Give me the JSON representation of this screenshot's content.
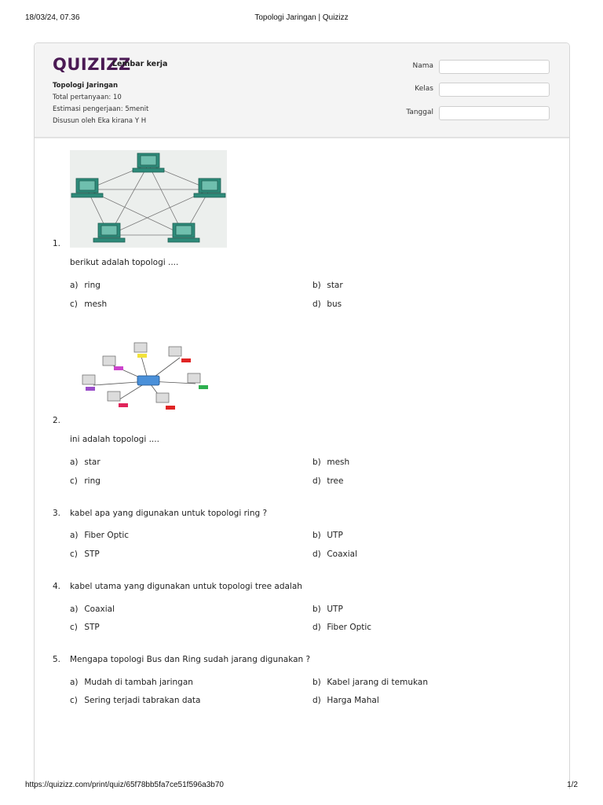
{
  "print_header": {
    "datetime": "18/03/24, 07.36",
    "title": "Topologi Jaringan | Quizizz"
  },
  "print_footer": {
    "url": "https://quizizz.com/print/quiz/65f78bb5fa7ce51f596a3b70",
    "page": "1/2"
  },
  "sheet": {
    "brand": "QUIZIZZ",
    "brand_sub": "Lembar kerja",
    "quiz_title": "Topologi Jaringan",
    "total_questions": "Total pertanyaan: 10",
    "estimate": "Estimasi pengerjaan: 5menit",
    "author": "Disusun oleh Eka kirana Y H",
    "fields": [
      {
        "label": "Nama",
        "value": ""
      },
      {
        "label": "Kelas",
        "value": ""
      },
      {
        "label": "Tanggal",
        "value": ""
      }
    ]
  },
  "colors": {
    "brand": "#4b1a54",
    "monitor": "#2e8b7a",
    "hub": "#4a90d9"
  },
  "questions": [
    {
      "number": "1.",
      "image": "mesh-topology-diagram",
      "text": "berikut adalah topologi ....",
      "options": [
        {
          "letter": "a)",
          "text": "ring"
        },
        {
          "letter": "b)",
          "text": "star"
        },
        {
          "letter": "c)",
          "text": "mesh"
        },
        {
          "letter": "d)",
          "text": "bus"
        }
      ]
    },
    {
      "number": "2.",
      "image": "star-topology-diagram",
      "text": "ini adalah topologi ....",
      "options": [
        {
          "letter": "a)",
          "text": "star"
        },
        {
          "letter": "b)",
          "text": "mesh"
        },
        {
          "letter": "c)",
          "text": "ring"
        },
        {
          "letter": "d)",
          "text": "tree"
        }
      ]
    },
    {
      "number": "3.",
      "text": "kabel apa yang digunakan untuk topologi ring ?",
      "options": [
        {
          "letter": "a)",
          "text": "Fiber Optic"
        },
        {
          "letter": "b)",
          "text": "UTP"
        },
        {
          "letter": "c)",
          "text": "STP"
        },
        {
          "letter": "d)",
          "text": "Coaxial"
        }
      ]
    },
    {
      "number": "4.",
      "text": "kabel utama yang digunakan untuk topologi tree adalah",
      "options": [
        {
          "letter": "a)",
          "text": "Coaxial"
        },
        {
          "letter": "b)",
          "text": "UTP"
        },
        {
          "letter": "c)",
          "text": "STP"
        },
        {
          "letter": "d)",
          "text": "Fiber Optic"
        }
      ]
    },
    {
      "number": "5.",
      "text": "Mengapa topologi Bus dan Ring sudah jarang digunakan ?",
      "options": [
        {
          "letter": "a)",
          "text": "Mudah di tambah jaringan"
        },
        {
          "letter": "b)",
          "text": "Kabel jarang di temukan"
        },
        {
          "letter": "c)",
          "text": "Sering terjadi tabrakan data"
        },
        {
          "letter": "d)",
          "text": "Harga Mahal"
        }
      ]
    }
  ]
}
